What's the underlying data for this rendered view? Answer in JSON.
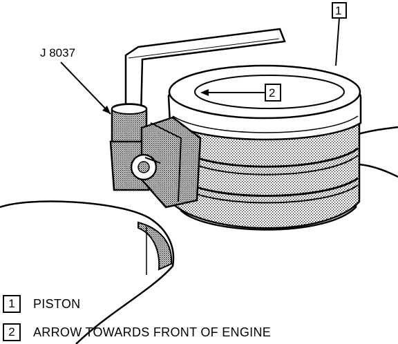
{
  "tool_label": "J 8037",
  "callouts": [
    {
      "number": "1"
    },
    {
      "number": "2"
    }
  ],
  "legend": [
    {
      "number": "1",
      "text": "PISTON"
    },
    {
      "number": "2",
      "text": "ARROW TOWARDS FRONT OF ENGINE"
    }
  ]
}
